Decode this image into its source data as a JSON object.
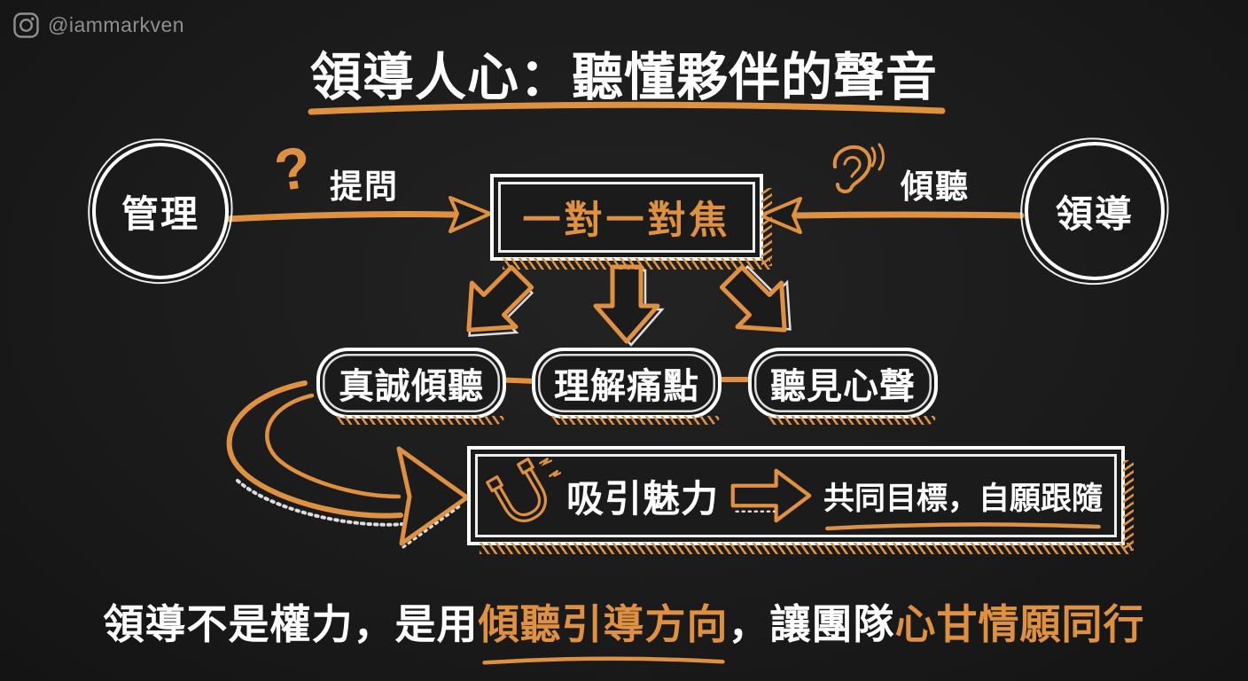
{
  "brand": {
    "handle": "@iammarkven"
  },
  "header": {
    "title": "領導人心：聽懂夥伴的聲音"
  },
  "diagram": {
    "manager_node": "管理",
    "leader_node": "領導",
    "ask_label": "提問",
    "listen_label": "傾聽",
    "focus_box": "一對一對焦",
    "pills": [
      "真誠傾聽",
      "理解痛點",
      "聽見心聲"
    ],
    "result": {
      "action": "吸引魅力",
      "outcome": "共同目標，自願跟隨"
    }
  },
  "footer": {
    "segments": [
      {
        "text": "領導不是權力，是用",
        "style": "white"
      },
      {
        "text": "傾聽引導方向",
        "style": "orange-underlined"
      },
      {
        "text": "，讓團隊",
        "style": "white"
      },
      {
        "text": "心甘情願同行",
        "style": "orange"
      }
    ]
  },
  "icons": {
    "instagram": "instagram-icon",
    "question_mark": "?",
    "ear": "ear-icon",
    "magnet": "magnet-icon",
    "block_arrow_right": "block-arrow-right-icon"
  },
  "colors": {
    "background": "#1B1B1B",
    "orange": "#E0913F",
    "white": "#F8F8F8",
    "muted": "#8F8F8F"
  }
}
